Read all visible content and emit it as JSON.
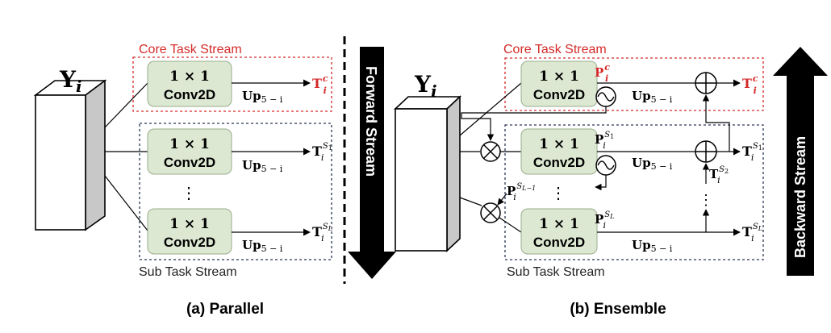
{
  "parallel": {
    "caption": "(a) Parallel",
    "input_label": "Y",
    "input_sub": "i",
    "core_title": "Core Task Stream",
    "sub_title": "Sub Task Stream",
    "conv_line1": "1 × 1",
    "conv_line2": "Conv2D",
    "up_main": "Up",
    "up_sub": "5 − i",
    "out_core": {
      "base": "T",
      "sub": "i",
      "sup": "c"
    },
    "out_s1": {
      "base": "T",
      "sub": "i",
      "sup": "S",
      "supsub": "1"
    },
    "out_sL": {
      "base": "T",
      "sub": "i",
      "sup": "S",
      "supsub": "L"
    },
    "dots": "⋮"
  },
  "forward_label": "Forward Stream",
  "backward_label": "Backward Stream",
  "ensemble": {
    "caption": "(b) Ensemble",
    "input_label": "Y",
    "input_sub": "i",
    "core_title": "Core Task Stream",
    "sub_title": "Sub Task Stream",
    "conv_line1": "1 × 1",
    "conv_line2": "Conv2D",
    "up_main": "Up",
    "up_sub": "5 − i",
    "p_core": {
      "base": "P",
      "sub": "i",
      "sup": "c"
    },
    "p_s1": {
      "base": "P",
      "sub": "i",
      "sup": "S",
      "supsub": "1"
    },
    "p_sL1": {
      "base": "P",
      "sub": "i",
      "sup": "S",
      "supsub": "L−1"
    },
    "p_sL": {
      "base": "P",
      "sub": "i",
      "sup": "S",
      "supsub": "L"
    },
    "out_core": {
      "base": "T",
      "sub": "i",
      "sup": "c"
    },
    "out_s1": {
      "base": "T",
      "sub": "i",
      "sup": "S",
      "supsub": "1"
    },
    "out_s2": {
      "base": "T",
      "sub": "i",
      "sup": "S",
      "supsub": "2"
    },
    "out_sL": {
      "base": "T",
      "sub": "i",
      "sup": "S",
      "supsub": "L"
    },
    "dots": "⋮"
  },
  "colors": {
    "core_red": "#d42a2a",
    "sub_navy": "#2b3553",
    "box_fill": "#dde8d2",
    "box_stroke": "#98ad8c",
    "cube_front": "#ffffff",
    "cube_side": "#c8c8c8"
  }
}
